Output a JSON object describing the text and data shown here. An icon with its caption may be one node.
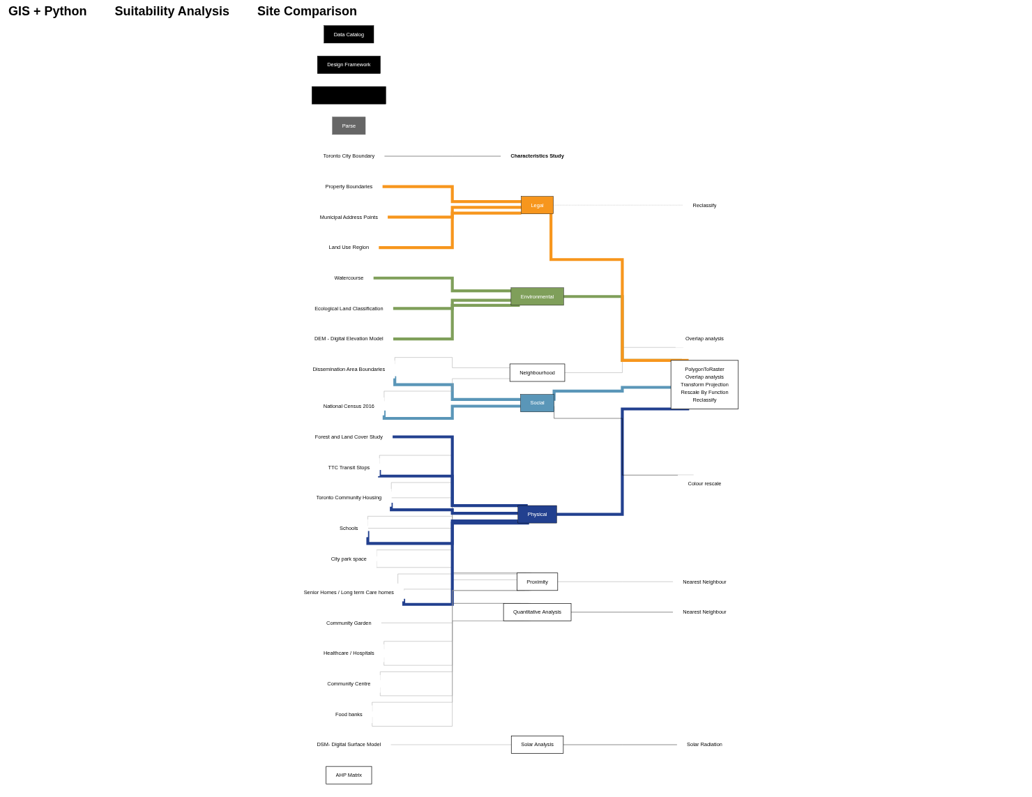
{
  "diagram": {
    "nodes": [
      {
        "text": [
          "Data Catalog"
        ]
      },
      {
        "text": [
          "Design Framework"
        ]
      },
      {
        "text": [],
        "shape": "bar"
      },
      {
        "text": [
          "Parse"
        ]
      },
      {
        "text": [
          "Toronto City Boundary"
        ]
      },
      {
        "text": [
          "Property Boundaries"
        ]
      },
      {
        "text": [
          "Dissemination Area Boundaries"
        ]
      },
      {
        "text": [
          "Municipal Address Points"
        ]
      },
      {
        "text": [
          "Land Use Region"
        ]
      },
      {
        "text": [
          "City park space"
        ]
      },
      {
        "text": [
          "Watercourse"
        ]
      },
      {
        "text": [
          "Ecological Land Classification"
        ]
      },
      {
        "text": [
          "Community Garden"
        ]
      },
      {
        "text": [
          "TTC Transit Stops"
        ]
      },
      {
        "text": [
          "Toronto Community Housing"
        ]
      },
      {
        "text": [
          "Schools"
        ]
      },
      {
        "text": [
          "Senior Homes / Long term Care homes"
        ]
      },
      {
        "text": [
          "Healthcare / Hospitals"
        ]
      },
      {
        "text": [
          "Community Centre"
        ]
      },
      {
        "text": [
          "Food banks"
        ]
      },
      {
        "text": [
          "DEM - Digital Elevation Model"
        ]
      },
      {
        "text": [
          "Forest and Land Cover Study"
        ]
      },
      {
        "text": [
          "DSM- Digital Surface Model"
        ]
      },
      {
        "text": [
          "National Census 2016"
        ]
      },
      {
        "text": [
          "Characteristics Study"
        ]
      },
      {
        "text": [
          "Proximity"
        ]
      },
      {
        "text": [
          "Neighbourhood"
        ]
      },
      {
        "text": [
          "Environmental"
        ]
      },
      {
        "text": [
          "Legal"
        ]
      },
      {
        "text": [
          "Physical"
        ]
      },
      {
        "text": [
          "Social"
        ]
      },
      {
        "text": [
          "AHP Matrix"
        ]
      },
      {
        "text": [
          "Quantitative Analysis"
        ]
      },
      {
        "text": [
          "Solar Analysis"
        ]
      },
      {
        "text": [
          "Nearest Neighbour"
        ]
      },
      {
        "text": [
          "Overlap analysis"
        ]
      },
      {
        "text": [
          "Reclassify"
        ]
      },
      {
        "text": [
          "PolygonToRaster",
          "Overlap analysis",
          "Transform Projection",
          "Rescale By Function",
          "Reclassify"
        ]
      },
      {
        "text": [
          "Nearest Neighbour"
        ]
      },
      {
        "text": [
          "Solar Radiation"
        ]
      },
      {
        "text": [
          "Colour rescale"
        ]
      }
    ],
    "edges": [
      {
        "from": 4,
        "to": 24,
        "arrow": "none",
        "color": "#000000"
      },
      {
        "from": 5,
        "to": 28,
        "arrow": "none",
        "style": "thick",
        "color": "#f7961d"
      },
      {
        "from": 6,
        "to": 26,
        "arrow": "none"
      },
      {
        "from": 6,
        "to": 30,
        "arrow": "none",
        "style": "thick",
        "color": "#5a96b8"
      },
      {
        "from": 7,
        "to": 28,
        "arrow": "none",
        "style": "thick",
        "color": "#f7961d"
      },
      {
        "from": 8,
        "to": 28,
        "arrow": "none",
        "style": "thick",
        "color": "#f7961d"
      },
      {
        "from": 9,
        "to": 25,
        "arrow": "none"
      },
      {
        "from": 9,
        "to": 32,
        "arrow": "none"
      },
      {
        "from": 10,
        "to": 27,
        "arrow": "none",
        "style": "thick",
        "color": "#7f9f5a"
      },
      {
        "from": 11,
        "to": 27,
        "arrow": "none",
        "style": "thick",
        "color": "#7f9f5a"
      },
      {
        "from": 12,
        "to": 25,
        "arrow": "none"
      },
      {
        "from": 13,
        "to": 25,
        "arrow": "none"
      },
      {
        "from": 13,
        "to": 29,
        "arrow": "none",
        "style": "thick",
        "color": "#22408f"
      },
      {
        "from": 14,
        "to": 25,
        "arrow": "none"
      },
      {
        "from": 14,
        "to": 32,
        "arrow": "none"
      },
      {
        "from": 14,
        "to": 29,
        "arrow": "none",
        "style": "thick",
        "color": "#22408f"
      },
      {
        "from": 15,
        "to": 25,
        "arrow": "none"
      },
      {
        "from": 15,
        "to": 32,
        "arrow": "none"
      },
      {
        "from": 15,
        "to": 29,
        "arrow": "none",
        "style": "thick",
        "color": "#22408f"
      },
      {
        "from": 16,
        "to": 25,
        "arrow": "none"
      },
      {
        "from": 16,
        "to": 32,
        "arrow": "none"
      },
      {
        "from": 16,
        "to": 29,
        "arrow": "none",
        "style": "thick",
        "color": "#22408f"
      },
      {
        "from": 17,
        "to": 25,
        "arrow": "none"
      },
      {
        "from": 17,
        "to": 32,
        "arrow": "none"
      },
      {
        "from": 18,
        "to": 25,
        "arrow": "none"
      },
      {
        "from": 18,
        "to": 32,
        "arrow": "none"
      },
      {
        "from": 19,
        "to": 25,
        "arrow": "none"
      },
      {
        "from": 19,
        "to": 32,
        "arrow": "none"
      },
      {
        "from": 20,
        "to": 27,
        "arrow": "none",
        "style": "thick",
        "color": "#7f9f5a"
      },
      {
        "from": 21,
        "to": 29,
        "arrow": "none",
        "style": "thick",
        "color": "#22408f"
      },
      {
        "from": 22,
        "to": 33,
        "arrow": "none"
      },
      {
        "from": 23,
        "to": 26,
        "arrow": "none"
      },
      {
        "from": 23,
        "to": 30,
        "arrow": "none",
        "style": "thick",
        "color": "#5a96b8"
      },
      {
        "from": 25,
        "to": 34,
        "arrow": "none"
      },
      {
        "from": 26,
        "to": 35,
        "arrow": "none"
      },
      {
        "from": 28,
        "to": 36,
        "arrow": "none",
        "style": "dashed"
      },
      {
        "from": 27,
        "to": 37,
        "arrow": "none",
        "style": "thick",
        "color": "#7f9f5a"
      },
      {
        "from": 28,
        "to": 37,
        "arrow": "none",
        "style": "thick",
        "color": "#f7961d"
      },
      {
        "from": 29,
        "to": 37,
        "arrow": "none",
        "style": "thick",
        "color": "#22408f"
      },
      {
        "from": 30,
        "to": 37,
        "arrow": "none",
        "style": "thick",
        "color": "#5a96b8"
      },
      {
        "from": 32,
        "to": 38,
        "arrow": "none",
        "color": "#000000"
      },
      {
        "from": 33,
        "to": 39,
        "arrow": "none",
        "color": "#000000"
      },
      {
        "from": 30,
        "to": 40,
        "arrow": "none",
        "color": "#000000"
      }
    ],
    "labels": [
      "GIS + Python",
      "Suitability Analysis",
      "Site Comparison"
    ]
  }
}
